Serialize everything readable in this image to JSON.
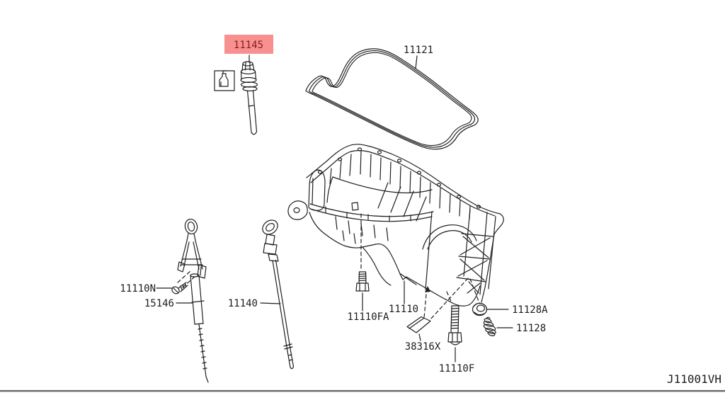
{
  "diagram": {
    "drawing_code": "J11001VH",
    "colors": {
      "line": "#1f1f1f",
      "highlight_background": "#f89090",
      "highlight_text": "#8b1a1a",
      "divider": "#707070"
    },
    "icon": {
      "name": "sealant-note-icon"
    },
    "labels": [
      {
        "id": "11145",
        "text": "11145",
        "highlighted": true
      },
      {
        "id": "11121",
        "text": "11121",
        "highlighted": false
      },
      {
        "id": "11110N",
        "text": "11110N",
        "highlighted": false
      },
      {
        "id": "15146",
        "text": "15146",
        "highlighted": false
      },
      {
        "id": "11140",
        "text": "11140",
        "highlighted": false
      },
      {
        "id": "11110FA",
        "text": "11110FA",
        "highlighted": false
      },
      {
        "id": "11110",
        "text": "11110",
        "highlighted": false
      },
      {
        "id": "38316X",
        "text": "38316X",
        "highlighted": false
      },
      {
        "id": "11110F",
        "text": "11110F",
        "highlighted": false
      },
      {
        "id": "11128A",
        "text": "11128A",
        "highlighted": false
      },
      {
        "id": "11128",
        "text": "11128",
        "highlighted": false
      }
    ]
  }
}
